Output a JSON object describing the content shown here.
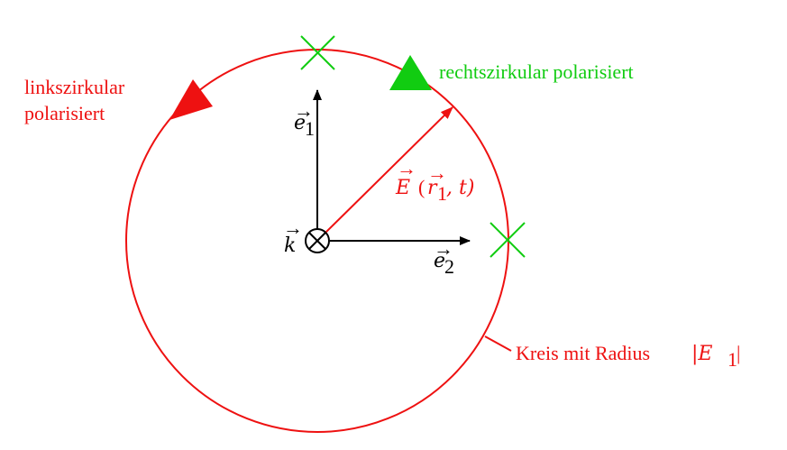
{
  "colors": {
    "red": "#ee1111",
    "green": "#11cc11",
    "black": "#000000"
  },
  "labels": {
    "left_polarization_line1": "linkszirkular",
    "left_polarization_line2": "polarisiert",
    "right_polarization": "rechtszirkular polarisiert",
    "circle_caption": "Kreis mit Radius",
    "radius_symbol": "|E",
    "radius_subscript": "1",
    "radius_close": "|",
    "e1_symbol": "e",
    "e1_subscript": "1",
    "e2_symbol": "e",
    "e2_subscript": "2",
    "k_symbol": "k",
    "field_symbol": "E",
    "field_open": "(",
    "field_r": "r",
    "field_r_subscript": "1",
    "field_rest": ", t)",
    "vector_arrow": "→"
  },
  "icons": {
    "into_page": "circle-cross-icon",
    "marker": "x-mark-icon",
    "direction": "triangle-arrow-icon"
  }
}
